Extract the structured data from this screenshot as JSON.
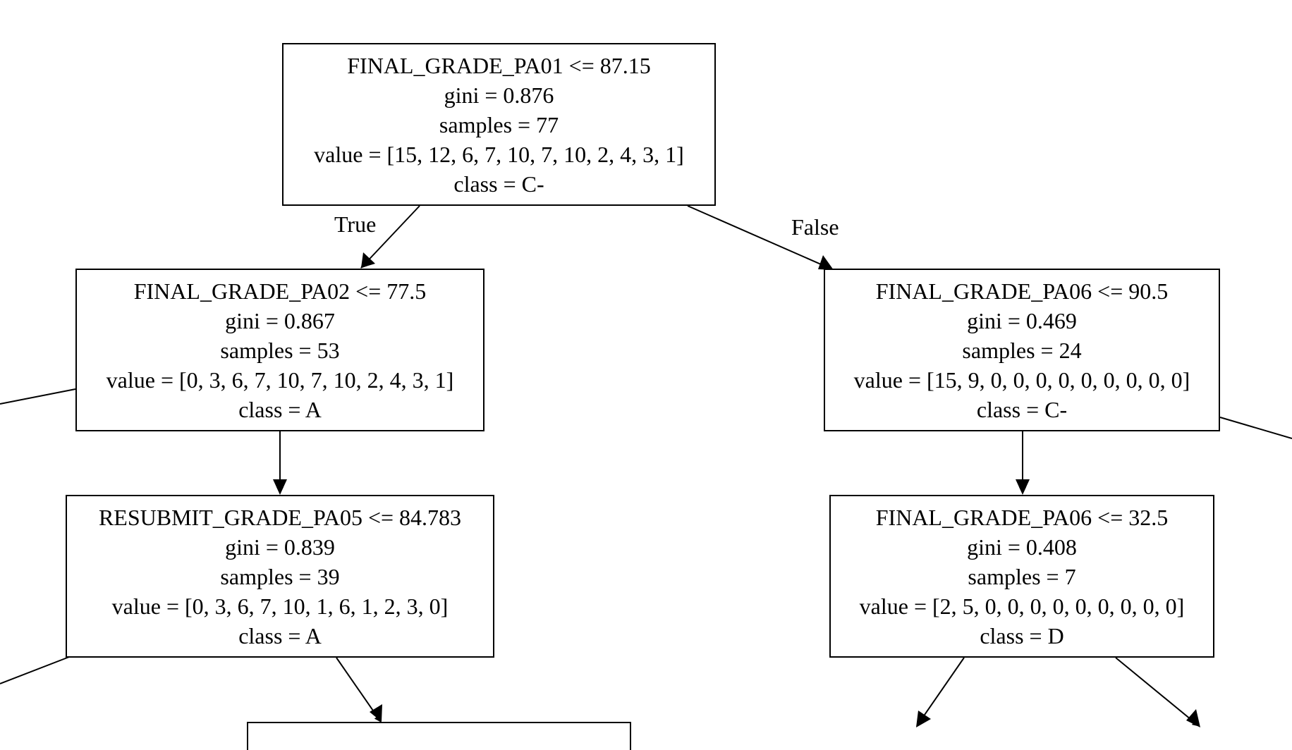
{
  "nodes": {
    "root": {
      "split": "FINAL_GRADE_PA01 <= 87.15",
      "gini": "gini = 0.876",
      "samples": "samples = 77",
      "value": "value = [15, 12, 6, 7, 10, 7, 10, 2, 4, 3, 1]",
      "class": "class = C-"
    },
    "left": {
      "split": "FINAL_GRADE_PA02 <= 77.5",
      "gini": "gini = 0.867",
      "samples": "samples = 53",
      "value": "value = [0, 3, 6, 7, 10, 7, 10, 2, 4, 3, 1]",
      "class": "class = A"
    },
    "right": {
      "split": "FINAL_GRADE_PA06 <= 90.5",
      "gini": "gini = 0.469",
      "samples": "samples = 24",
      "value": "value = [15, 9, 0, 0, 0, 0, 0, 0, 0, 0, 0]",
      "class": "class = C-"
    },
    "left_child": {
      "split": "RESUBMIT_GRADE_PA05 <= 84.783",
      "gini": "gini = 0.839",
      "samples": "samples = 39",
      "value": "value = [0, 3, 6, 7, 10, 1, 6, 1, 2, 3, 0]",
      "class": "class = A"
    },
    "right_child": {
      "split": "FINAL_GRADE_PA06 <= 32.5",
      "gini": "gini = 0.408",
      "samples": "samples = 7",
      "value": "value = [2, 5, 0, 0, 0, 0, 0, 0, 0, 0, 0]",
      "class": "class = D"
    }
  },
  "edge_labels": {
    "true": "True",
    "false": "False"
  }
}
